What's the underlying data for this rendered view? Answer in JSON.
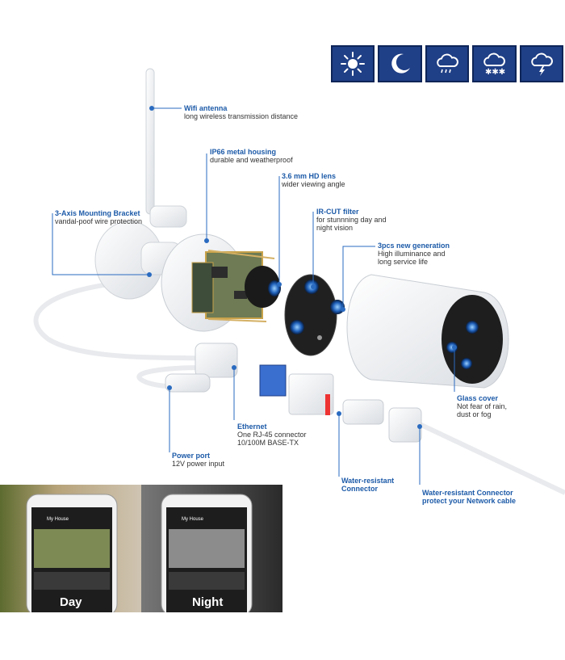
{
  "weather_icons": [
    "sun-icon",
    "moon-icon",
    "rain-icon",
    "snow-icon",
    "thunderstorm-icon"
  ],
  "colors": {
    "accent": "#1c5aa8",
    "weather_tile": "#1f3f86",
    "line": "#2a6bc0"
  },
  "annotations": {
    "wifi": {
      "title": "Wifi antenna",
      "desc": "long wireless transmission distance"
    },
    "housing": {
      "title": "IP66 metal housing",
      "desc": "durable and weatherproof"
    },
    "lens": {
      "title": "3.6 mm HD lens",
      "desc": "wider viewing angle"
    },
    "bracket": {
      "title": "3-Axis Mounting Bracket",
      "desc": "vandal-poof wire protection"
    },
    "ircut": {
      "title": "IR-CUT filter",
      "desc": "for stunnning day and\nnight vision"
    },
    "led": {
      "title": "3pcs new generation",
      "desc": "High illuminance and\nlong service life"
    },
    "glass": {
      "title": "Glass cover",
      "desc": "Not fear of rain,\ndust or fog"
    },
    "ethernet": {
      "title": "Ethernet",
      "desc": "One RJ-45 connector\n10/100M BASE-TX"
    },
    "power": {
      "title": "Power port",
      "desc": "12V power input"
    },
    "connector": {
      "title": "Water-resistant\nConnector",
      "desc": ""
    },
    "network": {
      "title": "Water-resistant Connector",
      "desc": "protect your Network cable"
    }
  },
  "phones": {
    "day_label": "Day",
    "night_label": "Night",
    "app_title": "My House"
  }
}
